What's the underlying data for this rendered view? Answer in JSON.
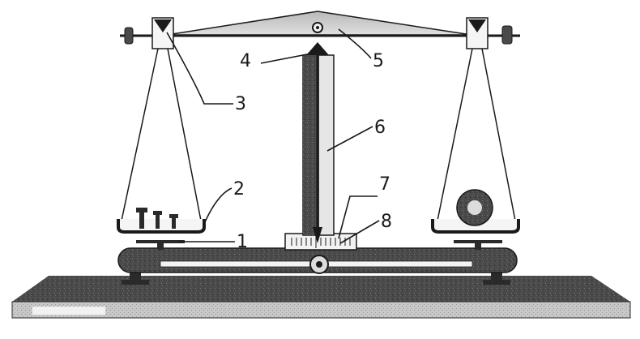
{
  "labels": {
    "l1": "1",
    "l2": "2",
    "l3": "3",
    "l4": "4",
    "l5": "5",
    "l6": "6",
    "l7": "7",
    "l8": "8"
  },
  "colors": {
    "ink": "#1a1a1a",
    "dark": "#3a3a3a",
    "mid": "#8a8a8a",
    "light": "#d8d8d8",
    "paper": "#ffffff"
  }
}
